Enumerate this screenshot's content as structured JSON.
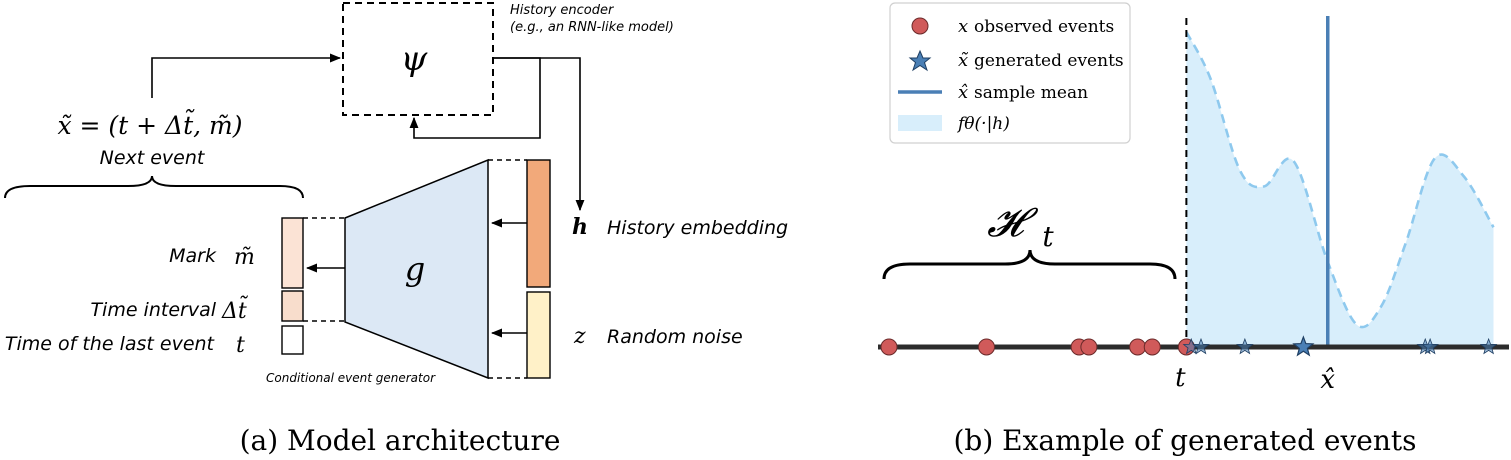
{
  "panel_a": {
    "encoder_symbol": "ψ",
    "encoder_note_line1": "History encoder",
    "encoder_note_line2": "(e.g., an RNN-like model)",
    "next_event_formula": "x̃ = (t + Δt̃, m̃)",
    "next_event_label": "Next event",
    "generator_symbol": "g",
    "generator_label": "Conditional event generator",
    "h_symbol": "h",
    "h_label": "History embedding",
    "z_symbol": "z",
    "z_label": "Random noise",
    "mark_label": "Mark",
    "mark_symbol": "m̃",
    "interval_label": "Time interval",
    "interval_symbol": "Δt̃",
    "last_label": "Time of the last event",
    "last_symbol": "t",
    "caption": "(a) Model architecture",
    "colors": {
      "generator_fill": "#dce8f5",
      "h_vector": "#f2a97a",
      "z_vector": "#fff1c8",
      "mark_vector": "#fbe3d5",
      "interval_vector": "#f8ddcc"
    }
  },
  "panel_b": {
    "history_label": "𝓗",
    "history_sub": "t",
    "t_label": "t",
    "xhat_label": "x̂",
    "caption": "(b) Example of generated events",
    "legend": [
      {
        "marker": "circle",
        "symbol": "x",
        "text": "observed events"
      },
      {
        "marker": "star",
        "symbol": "x̃",
        "text": "generated events"
      },
      {
        "marker": "line",
        "symbol": "x̂",
        "text": "sample mean"
      },
      {
        "marker": "patch",
        "symbol": "fθ(·|h)",
        "text": ""
      }
    ],
    "colors": {
      "observed": "#d05a5a",
      "generated": "#4a7fb5",
      "mean": "#4a7fb5",
      "density_fill": "#d8eefb",
      "density_line": "#8ec9ee"
    }
  },
  "chart_data": {
    "type": "scatter",
    "observed_events": [
      0.0,
      1.0,
      1.95,
      2.05,
      2.55,
      2.7,
      3.05
    ],
    "generated_events": [
      3.1,
      3.2,
      3.65,
      4.25,
      5.5,
      5.55,
      6.15
    ],
    "last_event_time": 3.05,
    "sample_mean": 4.5,
    "density": {
      "x": [
        3.05,
        3.3,
        3.6,
        3.85,
        4.15,
        4.5,
        4.8,
        5.05,
        5.3,
        5.6,
        5.9,
        6.2
      ],
      "y": [
        1.0,
        0.85,
        0.56,
        0.51,
        0.59,
        0.27,
        0.07,
        0.13,
        0.33,
        0.6,
        0.54,
        0.38
      ]
    },
    "grid": false,
    "legend_position": "top-left"
  }
}
